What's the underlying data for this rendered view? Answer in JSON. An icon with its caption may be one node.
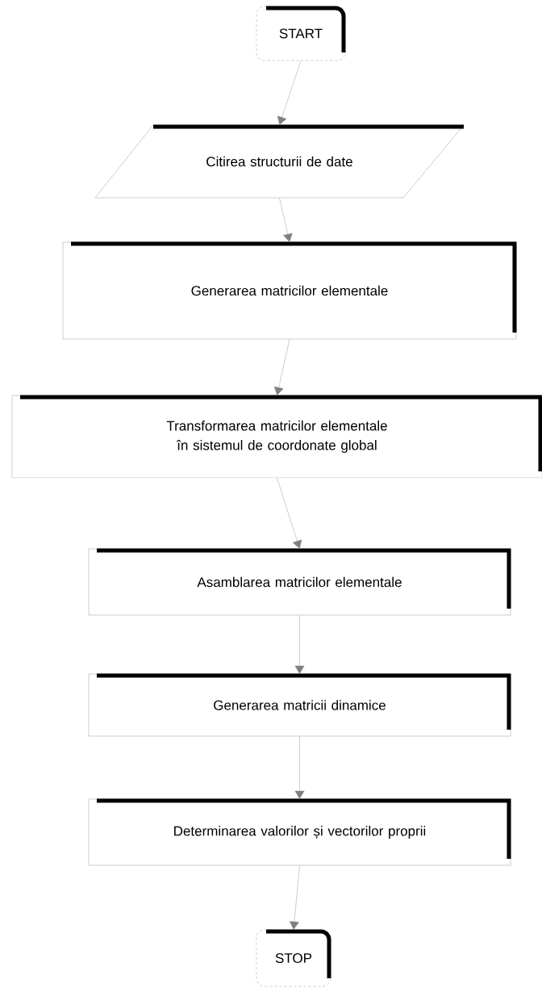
{
  "diagram": {
    "nodes": [
      {
        "text": [
          "START"
        ]
      },
      {
        "text": [
          "Citirea structurii de date"
        ]
      },
      {
        "text": [
          "Generarea matricilor elementale"
        ]
      },
      {
        "text": [
          "Transformarea matricilor elementale în sistemul de coordonate global"
        ]
      },
      {
        "text": [
          "Asamblarea matricilor elementale"
        ]
      },
      {
        "text": [
          "Generarea matricii dinamice"
        ]
      },
      {
        "text": [
          "Determinarea valorilor și vectorilor proprii"
        ]
      },
      {
        "text": [
          "STOP"
        ]
      }
    ],
    "edges": [
      {
        "from": 0,
        "to": 1,
        "arrow": "to"
      },
      {
        "from": 1,
        "to": 2,
        "arrow": "to"
      },
      {
        "from": 2,
        "to": 3,
        "arrow": "to"
      },
      {
        "from": 3,
        "to": 4,
        "arrow": "to"
      },
      {
        "from": 4,
        "to": 5,
        "arrow": "to"
      },
      {
        "from": 5,
        "to": 6,
        "arrow": "to"
      },
      {
        "from": 6,
        "to": 7,
        "arrow": "to"
      }
    ]
  }
}
